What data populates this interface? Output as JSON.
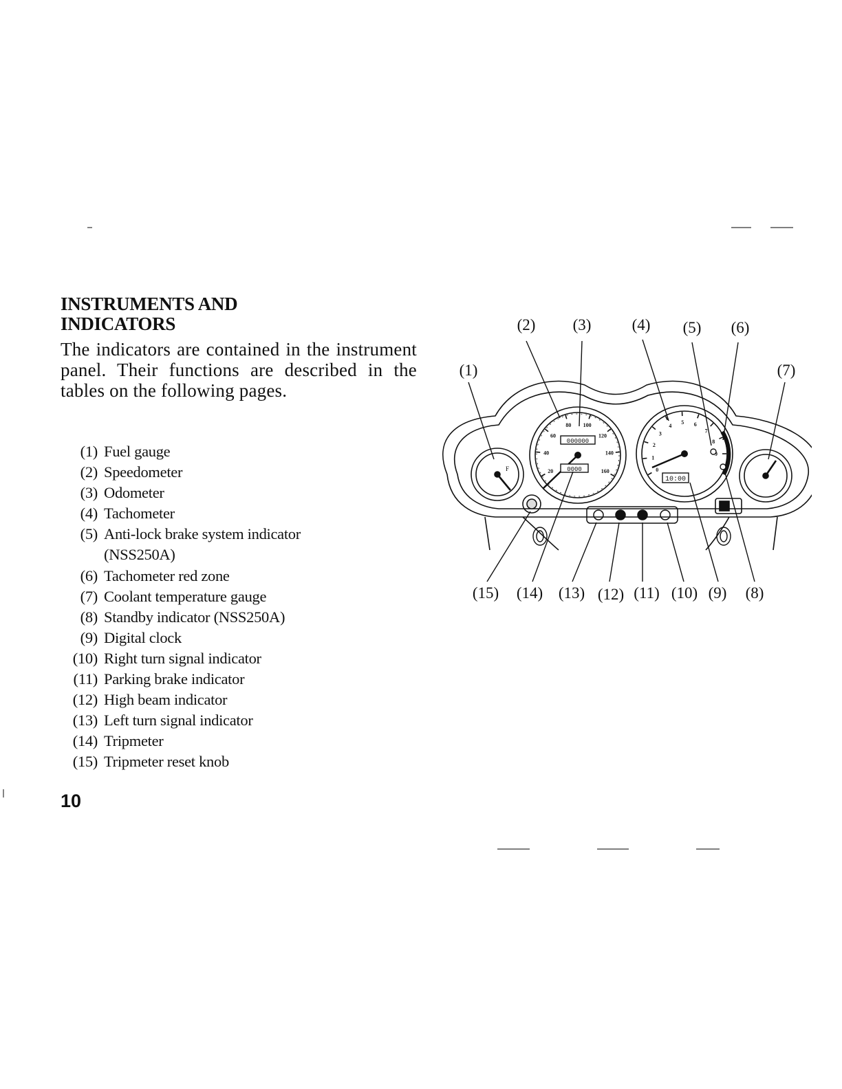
{
  "heading": {
    "line1": "INSTRUMENTS AND",
    "line2": "INDICATORS"
  },
  "intro": "The indicators are contained in the instrument panel. Their functions are described in the tables on the following pages.",
  "parts": [
    {
      "num": "(1)",
      "label": "Fuel gauge"
    },
    {
      "num": "(2)",
      "label": "Speedometer"
    },
    {
      "num": "(3)",
      "label": "Odometer"
    },
    {
      "num": "(4)",
      "label": "Tachometer"
    },
    {
      "num": "(5)",
      "label": "Anti-lock brake system indicator",
      "cont": "(NSS250A)"
    },
    {
      "num": "(6)",
      "label": "Tachometer red zone"
    },
    {
      "num": "(7)",
      "label": "Coolant temperature gauge"
    },
    {
      "num": "(8)",
      "label": "Standby indicator (NSS250A)"
    },
    {
      "num": "(9)",
      "label": "Digital clock"
    },
    {
      "num": "(10)",
      "label": "Right turn signal indicator"
    },
    {
      "num": "(11)",
      "label": "Parking brake indicator"
    },
    {
      "num": "(12)",
      "label": "High beam indicator"
    },
    {
      "num": "(13)",
      "label": "Left turn signal indicator"
    },
    {
      "num": "(14)",
      "label": "Tripmeter"
    },
    {
      "num": "(15)",
      "label": "Tripmeter reset knob"
    }
  ],
  "figure": {
    "callouts_top": [
      "(2)",
      "(3)",
      "(4)",
      "(5)",
      "(6)"
    ],
    "callout_left": "(1)",
    "callout_right": "(7)",
    "callouts_bottom": [
      "(15)",
      "(14)",
      "(13)",
      "(12)",
      "(11)",
      "(10)",
      "(9)",
      "(8)"
    ],
    "speedo_ticks": [
      "20",
      "40",
      "60",
      "80",
      "100",
      "120",
      "140",
      "160"
    ],
    "odometer_reading": "000000",
    "tripmeter_reading": "0000",
    "clock_reading": "10:00",
    "tach_ticks": [
      "0",
      "1",
      "2",
      "3",
      "4",
      "5",
      "6",
      "7",
      "8",
      "9"
    ]
  },
  "page_number": "10"
}
